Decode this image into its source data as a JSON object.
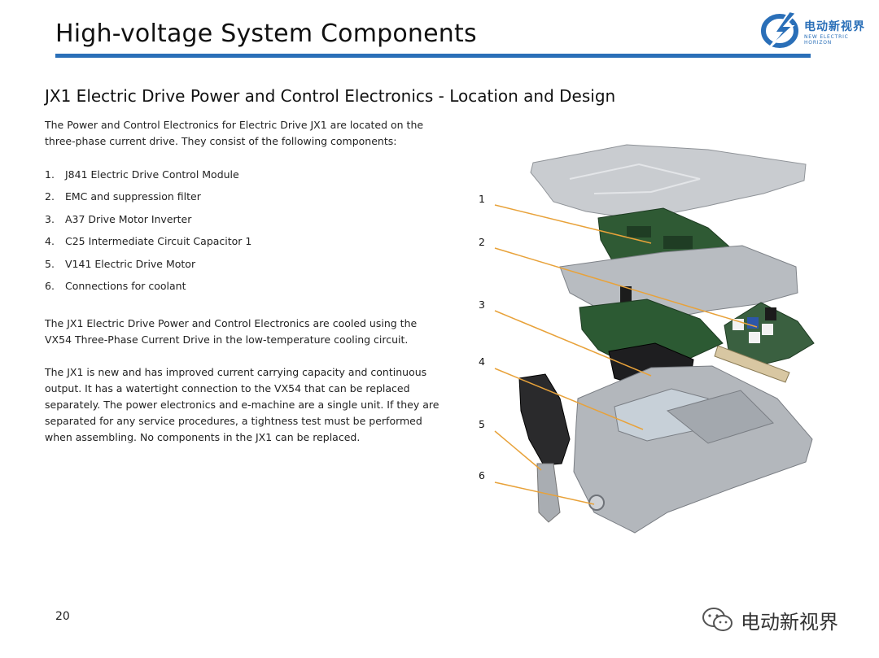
{
  "header": {
    "title": "High-voltage System Components",
    "logo_cn": "电动新视界",
    "logo_en": "NEW ELECTRIC HORIZON"
  },
  "content": {
    "subtitle": "JX1 Electric Drive Power and Control Electronics - Location and Design",
    "intro": "The Power and Control Electronics for Electric Drive JX1 are located on the three-phase current drive.  They consist of the following components:",
    "components": [
      {
        "num": "1.",
        "label": "J841 Electric Drive Control Module"
      },
      {
        "num": "2.",
        "label": "EMC and suppression filter"
      },
      {
        "num": "3.",
        "label": "A37 Drive Motor Inverter"
      },
      {
        "num": "4.",
        "label": "C25 Intermediate Circuit Capacitor 1"
      },
      {
        "num": "5.",
        "label": "V141 Electric Drive Motor"
      },
      {
        "num": "6.",
        "label": "Connections for coolant"
      }
    ],
    "cooling": "The JX1 Electric Drive Power and Control Electronics are cooled using the VX54 Three-Phase Current Drive in the low-temperature cooling circuit.",
    "details": "The JX1 is new and has improved current carrying capacity and continuous output.  It has a watertight connection to the VX54 that can be replaced separately.  The power electronics and e-machine are a single unit. If they are separated for any service procedures, a tightness test must be performed when assembling.  No components in the JX1 can be replaced."
  },
  "diagram": {
    "callouts": [
      "1",
      "2",
      "3",
      "4",
      "5",
      "6"
    ],
    "leader_color": "#e8a23a"
  },
  "footer": {
    "page_number": "20",
    "watermark": "电动新视界"
  },
  "colors": {
    "accent": "#2a6fb8"
  }
}
